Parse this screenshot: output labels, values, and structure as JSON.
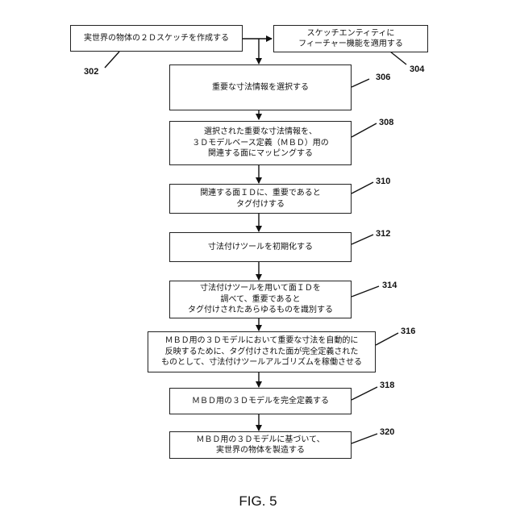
{
  "figure_label": "FIG. 5",
  "steps": [
    {
      "ref": "302",
      "text": "実世界の物体の２Ｄスケッチを作成する"
    },
    {
      "ref": "304",
      "text": "スケッチエンティティに\nフィーチャー機能を適用する"
    },
    {
      "ref": "306",
      "text": "重要な寸法情報を選択する"
    },
    {
      "ref": "308",
      "text": "選択された重要な寸法情報を、\n３Ｄモデルベース定義（ＭＢＤ）用の\n関連する面にマッピングする"
    },
    {
      "ref": "310",
      "text": "関連する面ＩＤに、重要であると\nタグ付けする"
    },
    {
      "ref": "312",
      "text": "寸法付けツールを初期化する"
    },
    {
      "ref": "314",
      "text": "寸法付けツールを用いて面ＩＤを\n調べて、重要であると\nタグ付けされたあらゆるものを識別する"
    },
    {
      "ref": "316",
      "text": "ＭＢＤ用の３Ｄモデルにおいて重要な寸法を自動的に\n反映するために、タグ付けされた面が完全定義された\nものとして、寸法付けツールアルゴリズムを稼働させる"
    },
    {
      "ref": "318",
      "text": "ＭＢＤ用の３Ｄモデルを完全定義する"
    },
    {
      "ref": "320",
      "text": "ＭＢＤ用の３Ｄモデルに基づいて、\n実世界の物体を製造する"
    }
  ]
}
